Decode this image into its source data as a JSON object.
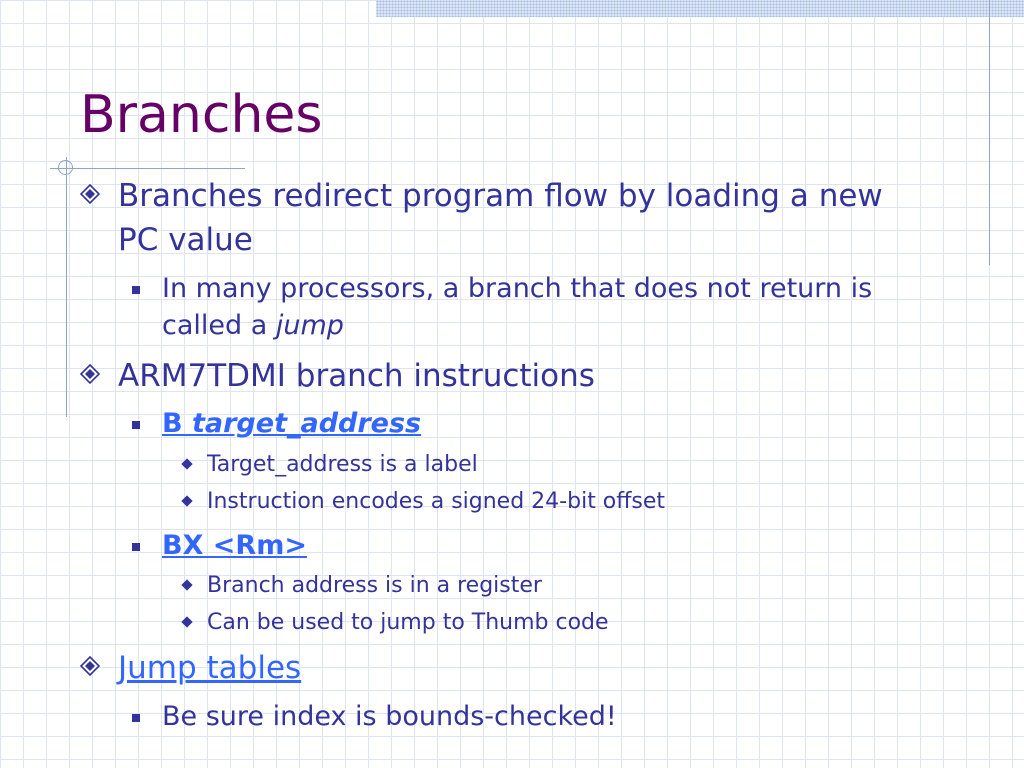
{
  "slide": {
    "title": "Branches",
    "bullets": [
      {
        "lines": [
          "Branches redirect program flow by loading a new",
          "PC value"
        ]
      },
      {
        "lines": [
          "In many processors, a branch that does not return is",
          "called a "
        ],
        "emphasis": "jump"
      },
      {
        "text": "ARM7TDMI branch instructions"
      },
      {
        "prefix": "B ",
        "emphasis": "target_address"
      },
      {
        "text": "Target_address is a label"
      },
      {
        "text": "Instruction encodes a signed 24-bit offset"
      },
      {
        "text": "BX <Rm>"
      },
      {
        "text": "Branch address is in a register"
      },
      {
        "text": "Can be used to jump to Thumb code"
      },
      {
        "text": "Jump tables"
      },
      {
        "text": "Be sure index is bounds-checked!"
      }
    ]
  },
  "colors": {
    "title": "#660066",
    "body_text": "#333399",
    "link": "#3366ff",
    "grid": "#dfe4f1",
    "accent_lines": "#8fa4cf"
  }
}
